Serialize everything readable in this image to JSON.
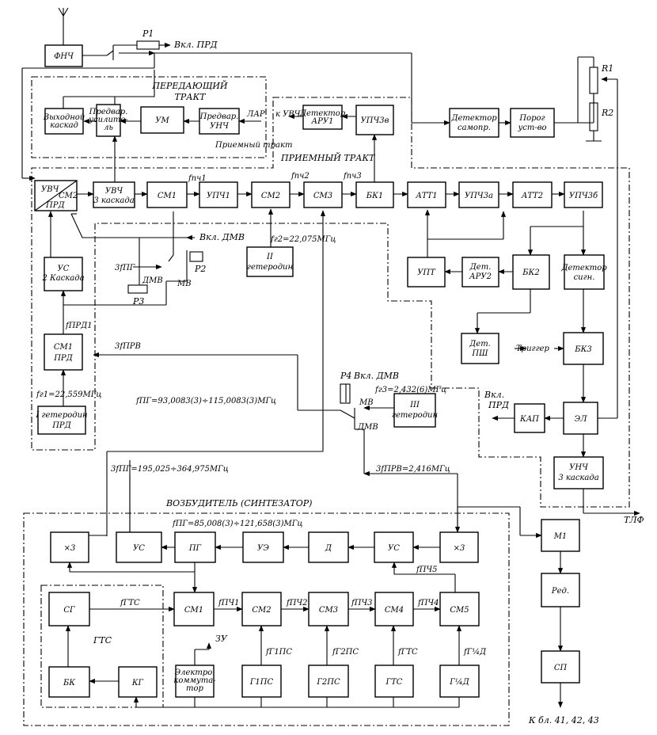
{
  "blocks": {
    "fnch": "ФНЧ",
    "vykhodnoy": [
      "Выходной",
      "каскад"
    ],
    "predvar_usil": [
      "Предвар.",
      "усилите-",
      "ль"
    ],
    "um": "УМ",
    "predvar_unch": [
      "Предвар.",
      "УНЧ"
    ],
    "k_uvch": "к УВЧ",
    "detektor_aru1": [
      "Детектор",
      "АРУ1"
    ],
    "upch3v": "УПЧ3в",
    "detektor_samopr": [
      "Детектор",
      "самопр."
    ],
    "porog": [
      "Порог",
      "уст-во"
    ],
    "uvch_sm2": [
      "УВЧ",
      "СМ2",
      "ПРД"
    ],
    "uvch3": [
      "УВЧ",
      "3 каскада"
    ],
    "sm1": "СМ1",
    "upch1": "УПЧ1",
    "sm2": "СМ2",
    "sm3": "СМ3",
    "bk1": "БК1",
    "att1": "АТТ1",
    "upch3a": "УПЧ3а",
    "att2": "АТТ2",
    "upch3b": "УПЧ3б",
    "ii_geterodin": [
      "II",
      "гетеродин"
    ],
    "us2": [
      "УС",
      "2 Каскада"
    ],
    "upt": "УПТ",
    "det_aru2": [
      "Дет.",
      "АРУ2"
    ],
    "bk2": "БК2",
    "detektor_sign": [
      "Детектор",
      "сигн."
    ],
    "sm1_prd": [
      "СМ1",
      "ПРД"
    ],
    "det_psh": [
      "Дет.",
      "ПШ"
    ],
    "trigger": "Триггер",
    "bk3": "БК3",
    "i_geterodin": [
      "I гетеродин",
      "ПРД"
    ],
    "iii_geterodin": [
      "III",
      "гетеродин"
    ],
    "kap": "КАП",
    "el": "ЭЛ",
    "unch3": [
      "УНЧ",
      "3 каскада"
    ],
    "x3_left": "×3",
    "us_left": "УС",
    "pg": "ПГ",
    "ue": "УЭ",
    "d": "Д",
    "us_right": "УС",
    "x3_right": "×3",
    "m1": "М1",
    "sg": "СГ",
    "s_sm1": "СМ1",
    "s_sm2": "СМ2",
    "s_sm3": "СМ3",
    "s_sm4": "СМ4",
    "s_sm5": "СМ5",
    "red": "Ред.",
    "bk": "БК",
    "kg": "КГ",
    "elektrokom": [
      "Электро.",
      "коммута-",
      "тор"
    ],
    "g1ps": "Г1ПС",
    "g2ps": "Г2ПС",
    "gts": "ГТС",
    "g4d": "Г¼Д",
    "sp": "СП"
  },
  "sections": {
    "peredayushchiy": [
      "ПЕРЕДАЮЩИЙ",
      "ТРАКТ"
    ],
    "priemny_small": "Приемный тракт",
    "priemny": "ПРИЕМНЫЙ ТРАКТ",
    "vozbuditel": "ВОЗБУДИТЕЛЬ (СИНТЕЗАТОР)",
    "gts_group": "ГТС"
  },
  "labels": {
    "p1": "Р1",
    "vkl_prd_top": "Вкл. ПРД",
    "r1": "R1",
    "r2": "R2",
    "lar": "ЛАР",
    "vkl_dmv_top": "Вкл. ДМВ",
    "p2": "Р2",
    "p3": "Р3",
    "dmv_1": "ДМВ",
    "mv_1": "МВ",
    "f3ng": "3fПГ",
    "fg2": "fг2=22,075МГц",
    "fpch1": "fпч1",
    "fpch2": "fпч2",
    "fpch3": "fпч3",
    "fpkh1": "fПРД1",
    "f3pkh": "3fПРВ",
    "fg1": "fг1=22,559МГц",
    "p4": "Р4",
    "vkl_dmv_mid": "Вкл. ДМВ",
    "mv_2": "МВ",
    "dmv_2": "ДМВ",
    "fg3": "fг3=2,432(6)МГц",
    "vkl_prd_mid": [
      "Вкл.",
      "ПРД"
    ],
    "fpg_range1": "fПГ=93,0083(3)÷115,0083(3)МГц",
    "f3pg_range": "3fПГ=195,025÷364,975МГц",
    "f3pkh2": "3fПРВ=2,416МГц",
    "fpg_range2": "fПГ=85,008(3)÷121,658(3)МГц",
    "fpch5_s": "fПЧ5",
    "fgts": "fГТС",
    "fpch1_s": "fПЧ1",
    "fpch2_s": "fПЧ2",
    "fpch3_s": "fПЧ3",
    "fpch4_s": "fПЧ4",
    "fg1ps": "fГ1ПС",
    "fg2ps": "fГ2ПС",
    "fgtc": "fГТС",
    "fg4d": "fГ¼Д",
    "zu": "ЗУ",
    "tlf": "ТЛФ",
    "k_bl": "К бл. 41, 42, 43"
  }
}
